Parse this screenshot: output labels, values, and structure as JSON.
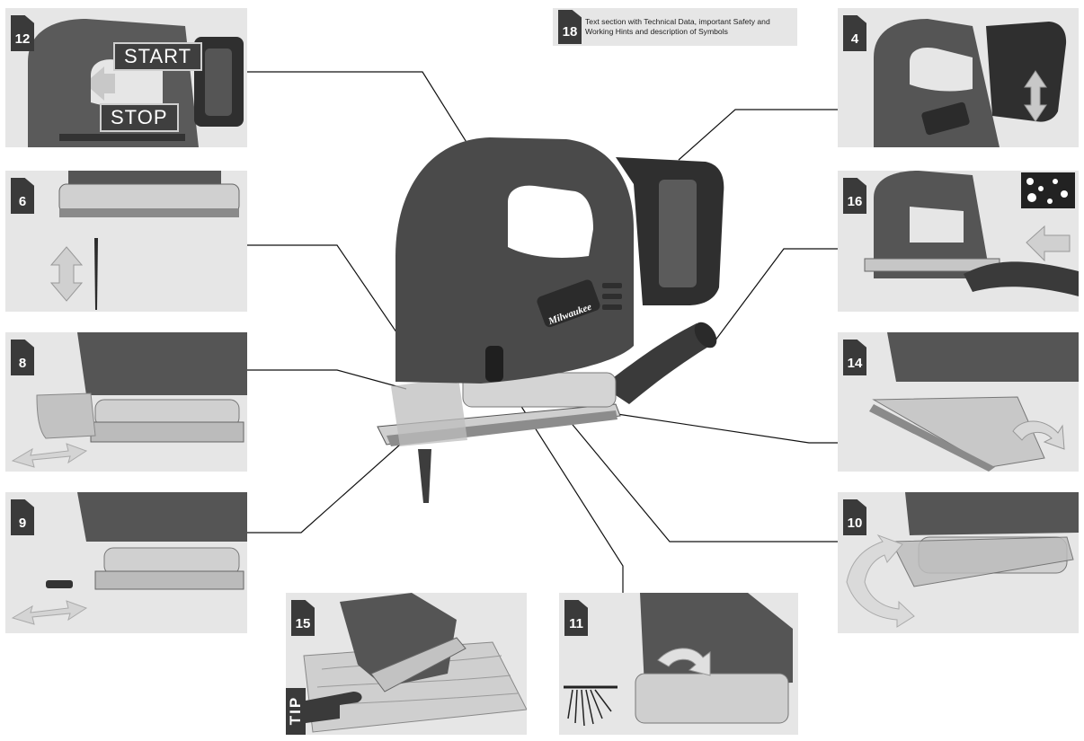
{
  "panels": {
    "p12": {
      "number": "12",
      "start_label": "START",
      "stop_label": "STOP"
    },
    "p18": {
      "number": "18",
      "text": "Text section with Technical Data, important Safety and Working Hints and description of Symbols"
    },
    "p4": {
      "number": "4"
    },
    "p6": {
      "number": "6"
    },
    "p16": {
      "number": "16"
    },
    "p8": {
      "number": "8"
    },
    "p14": {
      "number": "14"
    },
    "p9": {
      "number": "9"
    },
    "p10": {
      "number": "10"
    },
    "p15": {
      "number": "15",
      "tip_label": "TIP"
    },
    "p11": {
      "number": "11"
    }
  },
  "brand": "Milwaukee",
  "colors": {
    "panel_bg": "#e6e6e6",
    "badge": "#3a3a3a",
    "tool_body": "#4a4a4a",
    "tool_shoe": "#bdbdbd",
    "arrow": "#c8c8c8"
  }
}
